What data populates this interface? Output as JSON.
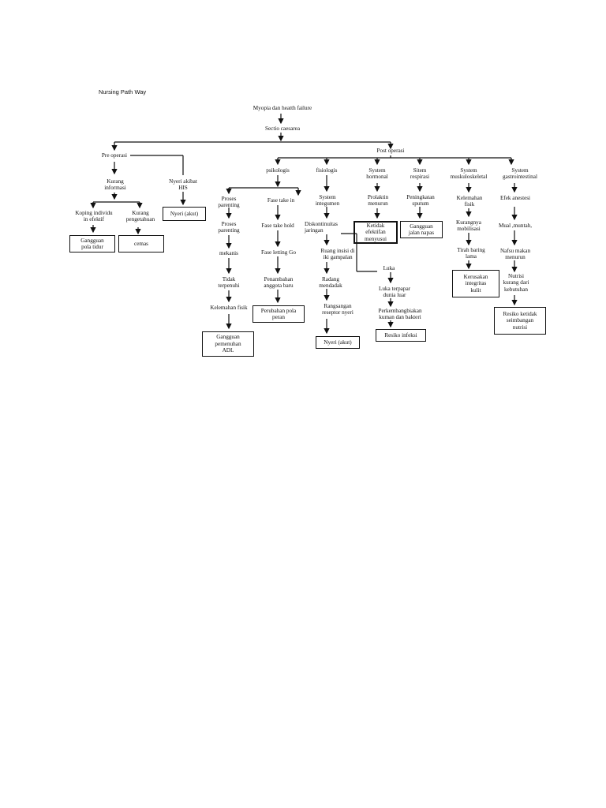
{
  "title": "Nursing Path Way",
  "nodes": {
    "root": "Myopia dan heatth failure",
    "sectio": "Sectio caesarea",
    "pre": "Pre operasi",
    "post": "Post operasi",
    "kurang_info": "Kurang\ninformasi",
    "nyeri_his": "Nyeri akibat\nHIS",
    "koping": "Koping individu\nin efektif",
    "kurang_peng": "Kurang\npengetahuan",
    "psikologis": "psikologis",
    "fisiologis": "fisiologis",
    "hormonal": "System\nhormonal",
    "respirasi": "Sitem\nrespirasi",
    "musculo": "System\nmuskuloskeletal",
    "gastro": "System\ngastrointestinal",
    "proses_par1": "Proses\nparenting",
    "proses_par2": "Proses\nparenting",
    "mekanis": "mekanis",
    "tidak_terpen": "Tidak\nterpenuhi",
    "kelemahan_fisik": "Kelemahan fisik",
    "fase_take": "Fase take in",
    "fase_take_hold": "Fase take hold",
    "fase_letting": "Fase letting Go",
    "penambahan": "Penambahan\nanggota baru",
    "integumen": "System\nintegumen",
    "diskontinuitas": "Diskontinuitas\njaringan",
    "ruang_insisi": "Ruang insisi di\niki gampalan",
    "radang": "Radang\nmendadak",
    "rangsangan": "Rangsangan\nreseptor nyeri",
    "luka": "Luka",
    "luka_terpapar": "Luka terpapar\ndunia luar",
    "perkembangbiakan": "Perkembangbiakan\nkuman dan bakteri",
    "prolaktin": "Prolaktin\nmenurun",
    "peningkatan": "Peningkatan\nsputum",
    "kelemahan2": "Kelemahan\nfisik",
    "kurangnya": "Kurangnya\nmobilisasi",
    "tirah": "Tirah baring\nlama",
    "efek": "Efek anestesi",
    "mual": "Mual ,muntah,",
    "nafsu": "Nafsu makan\nmenurun",
    "nutrisi": "Nutrisi\nkurang dari\nkebutuhan"
  },
  "boxes": {
    "nyeri_akut1": "Nyeri (akut)",
    "gangguan_tidur": "Gangguan\npola tidur",
    "cemas": "cemas",
    "gangguan_adl": "Gangguan\npemenuhan\nADL",
    "perubahan_peran": "Perubahan pola\nperan",
    "nyeri_akut2": "Nyeri (akut)",
    "tidak_efektif": "Ketidak\nefektifan\nmenyusui",
    "gangguan_napas": "Gangguan\njalan napas",
    "resiko_infeksi": "Resiko infeksi",
    "kerusakan": "Kerusakan\nintegritas\nkulit",
    "resiko_nutrisi": "Resiko ketidak\nseimbangan\nnutrisi"
  }
}
